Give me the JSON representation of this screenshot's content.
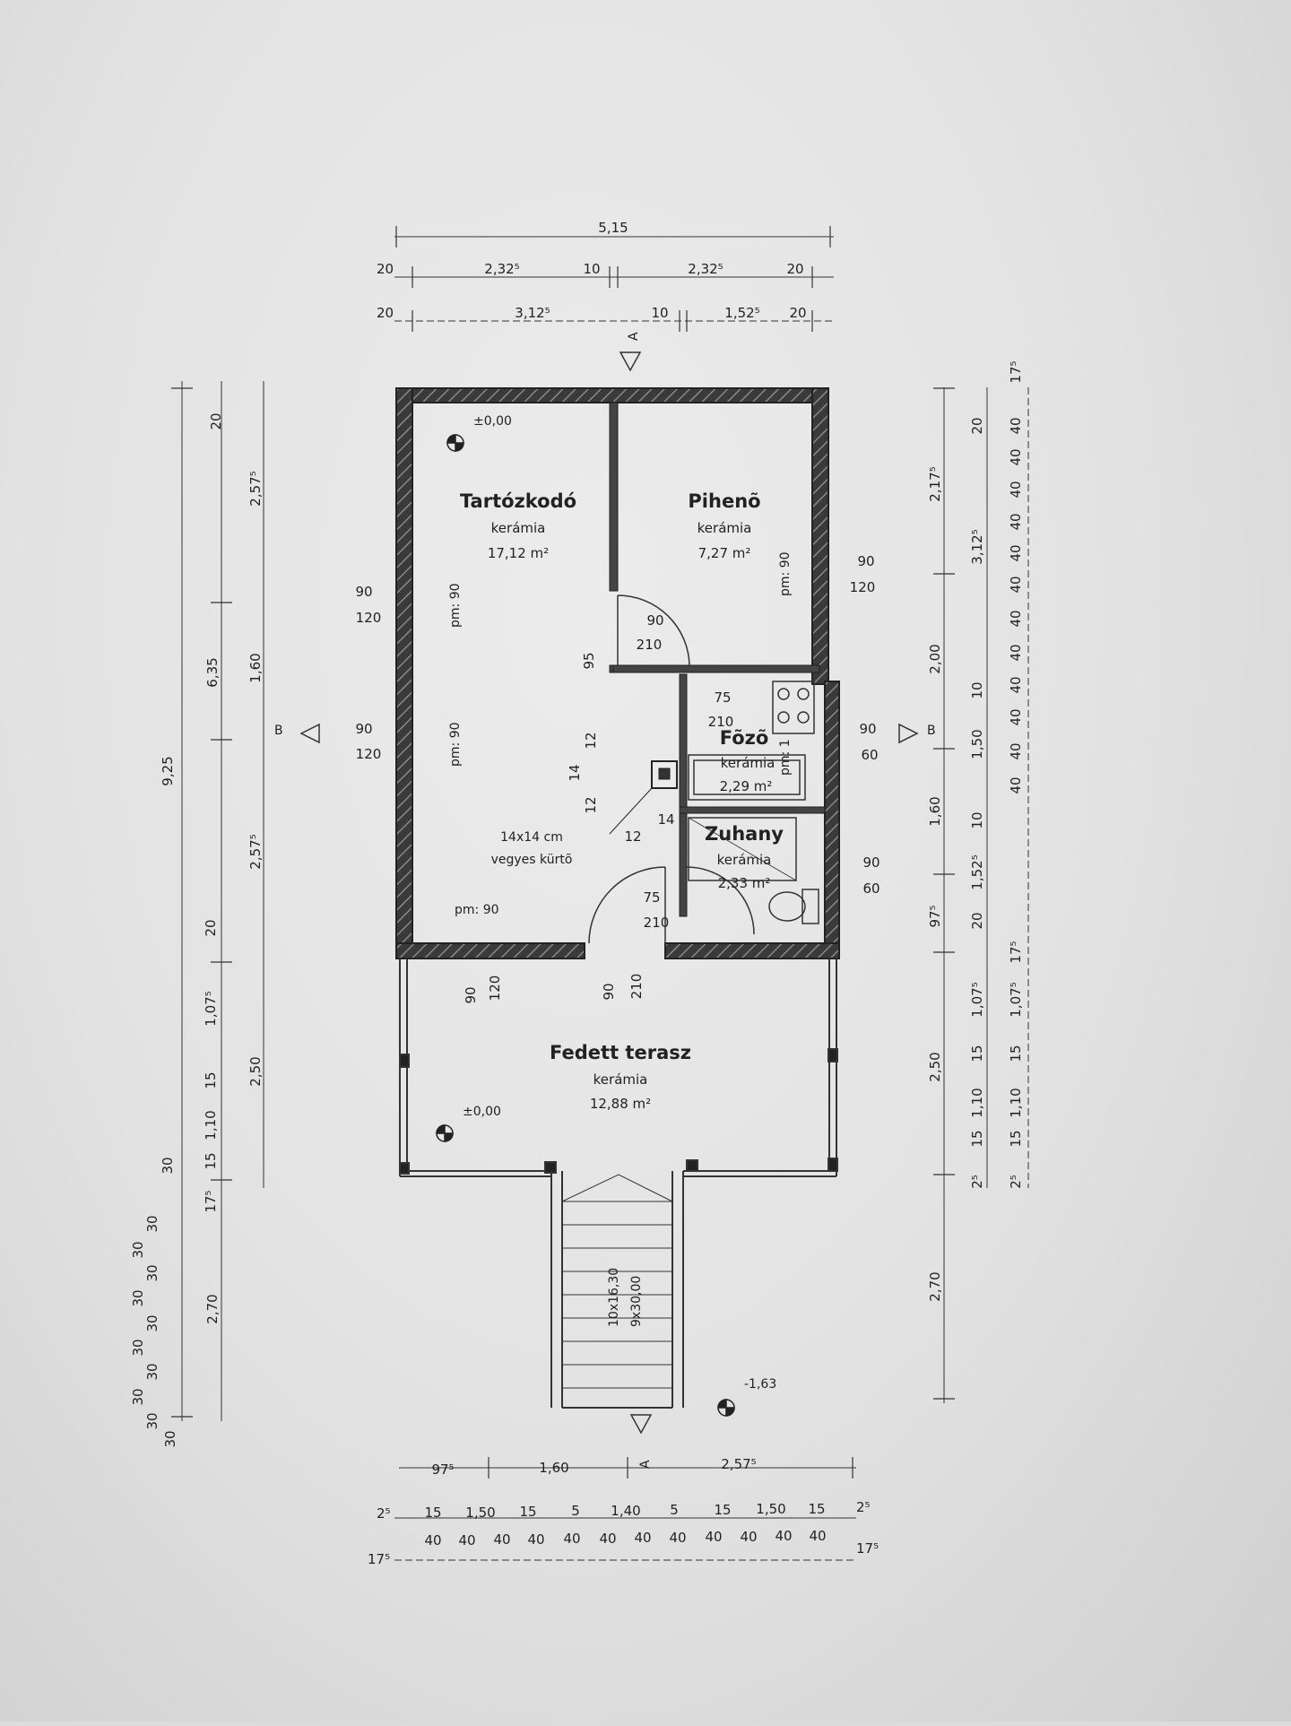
{
  "rooms": {
    "tartozkodo": {
      "name": "Tartózkodó",
      "floor": "kerámia",
      "area": "17,12 m²"
    },
    "piheno": {
      "name": "Pihenõ",
      "floor": "kerámia",
      "area": "7,27 m²"
    },
    "fozo": {
      "name": "Fõzõ",
      "floor": "kerámia",
      "area": "2,29 m²"
    },
    "zuhany": {
      "name": "Zuhany",
      "floor": "kerámia",
      "area": "2,33 m²"
    },
    "terasz": {
      "name": "Fedett terasz",
      "floor": "kerámia",
      "area": "12,88 m²"
    }
  },
  "levels": {
    "main": "±0,00",
    "terrace": "±0,00",
    "ground": "-1,63"
  },
  "notes": {
    "chimney_1": "14x14 cm",
    "chimney_2": "vegyes kürtõ",
    "stairs_1": "10x16,30",
    "stairs_2": "9x30,00",
    "pm1": "pm: 90",
    "pm2": "pm: 90",
    "pm3": "pm: 90",
    "pm4": "pm: 90",
    "pm5": "pm: 1"
  },
  "section_marks": {
    "a": "A",
    "b": "B"
  },
  "dims_top": {
    "row1": [
      "5,15"
    ],
    "row2": [
      "20",
      "2,32⁵",
      "10",
      "2,32⁵",
      "20"
    ],
    "row3": [
      "20",
      "3,12⁵",
      "10",
      "1,52⁵",
      "20"
    ]
  },
  "dims_bottom": {
    "row1": [
      "97⁵",
      "1,60",
      "2,57⁵"
    ],
    "row2": [
      "2⁵",
      "15",
      "1,50",
      "15",
      "5",
      "1,40",
      "5",
      "15",
      "1,50",
      "15",
      "2⁵"
    ],
    "row3": [
      "40",
      "40",
      "40",
      "40",
      "40",
      "40",
      "40",
      "40",
      "40",
      "40",
      "40",
      "40"
    ],
    "row3_ends": [
      "17⁵",
      "17⁵"
    ]
  },
  "dims_left": {
    "overall": [
      "9,25"
    ],
    "mid": [
      "6,35",
      "2,70"
    ],
    "inner": [
      "2,57⁵",
      "1,60",
      "2,57⁵",
      "2,50"
    ],
    "outer": [
      "20",
      "20",
      "1,07⁵",
      "15",
      "1,10",
      "15",
      "30",
      "17⁵"
    ],
    "stairs": [
      "30",
      "30",
      "30",
      "30",
      "30",
      "30",
      "30",
      "30",
      "30",
      "30"
    ]
  },
  "dims_right": {
    "inner": [
      "2,17⁵",
      "2,00",
      "1,60",
      "97⁵",
      "2,50",
      "2,70"
    ],
    "mid": [
      "20",
      "3,12⁵",
      "10",
      "1,50",
      "10",
      "1,52⁵",
      "20",
      "1,07⁵",
      "15",
      "1,10",
      "15",
      "2⁵"
    ],
    "outer": [
      "17⁵",
      "40",
      "40",
      "40",
      "40",
      "40",
      "40",
      "40",
      "40",
      "40",
      "40",
      "40",
      "40",
      "17⁵",
      "1,07⁵",
      "15",
      "1,10",
      "15",
      "2⁵"
    ]
  },
  "openings": {
    "w1": [
      "90",
      "120"
    ],
    "w2": [
      "90",
      "120"
    ],
    "w3": [
      "90",
      "120"
    ],
    "w4": [
      "90",
      "60"
    ],
    "w5": [
      "90",
      "60"
    ],
    "d1": [
      "90",
      "210"
    ],
    "d2": [
      "75",
      "210"
    ],
    "d3": [
      "75",
      "210"
    ],
    "d4": [
      "90",
      "120"
    ],
    "d5": [
      "90",
      "210"
    ],
    "misc": [
      "95",
      "12",
      "14",
      "12",
      "14",
      "12"
    ]
  }
}
